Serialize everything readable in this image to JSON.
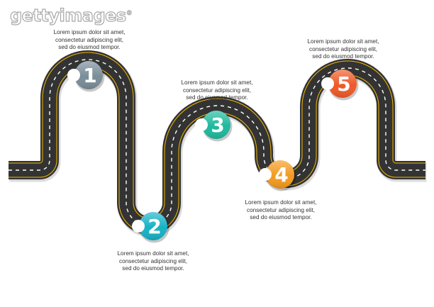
{
  "watermark": {
    "text": "gettyimages",
    "mark": "®"
  },
  "colors": {
    "asphalt": "#333333",
    "edge_line": "#f2b705",
    "center_dash": "#ffffff",
    "shadow": "#bdbdbd"
  },
  "steps": [
    {
      "number": "1",
      "color": "#7a8d99",
      "lines": [
        "Lorem ipsum dolor sit amet,",
        "consectetur adipiscing elit,",
        "sed do eiusmod tempor."
      ]
    },
    {
      "number": "2",
      "color": "#18b1c5",
      "lines": [
        "Lorem ipsum dolor sit amet,",
        "consectetur adipiscing elit,",
        "sed do eiusmod tempor."
      ]
    },
    {
      "number": "3",
      "color": "#1fb99e",
      "lines": [
        "Lorem ipsum dolor sit amet,",
        "consectetur adipiscing elit,",
        "sed do eiusmod tempor."
      ]
    },
    {
      "number": "4",
      "color": "#f39a1f",
      "lines": [
        "Lorem ipsum dolor sit amet,",
        "consectetur adipiscing elit,",
        "sed do eiusmod tempor."
      ]
    },
    {
      "number": "5",
      "color": "#ef5a28",
      "lines": [
        "Lorem ipsum dolor sit amet,",
        "consectetur adipiscing elit,",
        "sed do eiusmod tempor."
      ]
    }
  ]
}
